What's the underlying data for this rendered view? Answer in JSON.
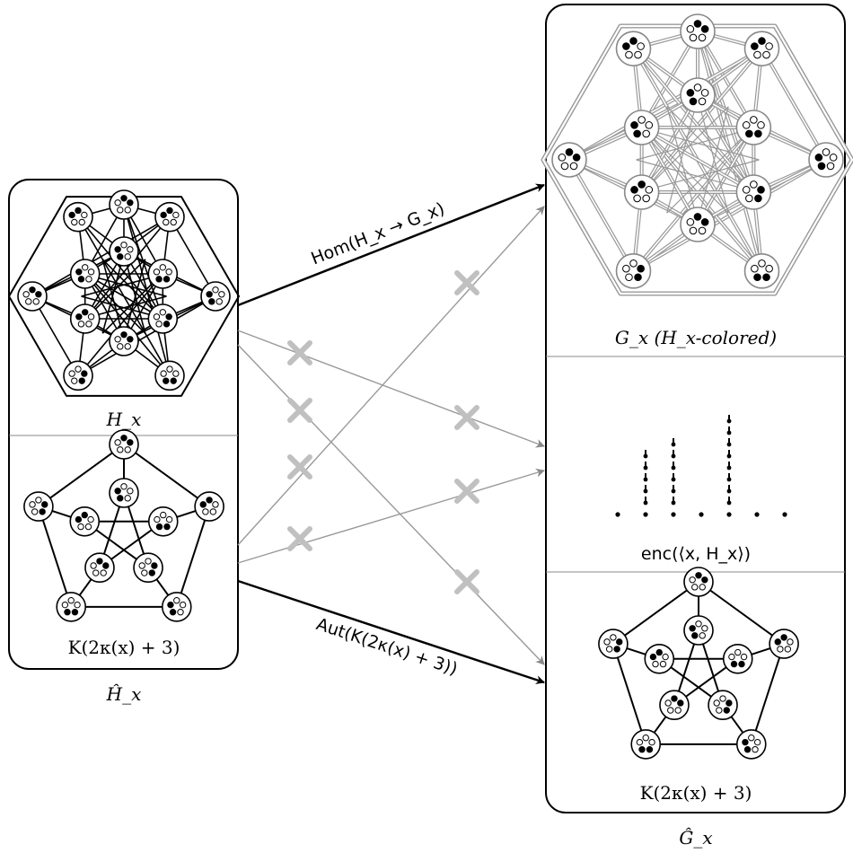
{
  "left_panel": {
    "top_label": "H_x",
    "bottom_label": "K(2κ(x) + 3)",
    "caption": "Ĥ_x"
  },
  "right_panel": {
    "top_label": "G_x (H_x-colored)",
    "middle_label": "enc(⟨x, H_x⟩)",
    "bottom_label": "K(2κ(x) + 3)",
    "caption": "Ĝ_x"
  },
  "arrows": {
    "hom_label": "Hom(H_x → G_x)",
    "aut_label": "Aut(K(2κ(x) + 3))"
  },
  "colors": {
    "black": "#000000",
    "gray": "#999999",
    "light_gray": "#bbbbbb",
    "cross_gray": "#c0c0c0"
  }
}
